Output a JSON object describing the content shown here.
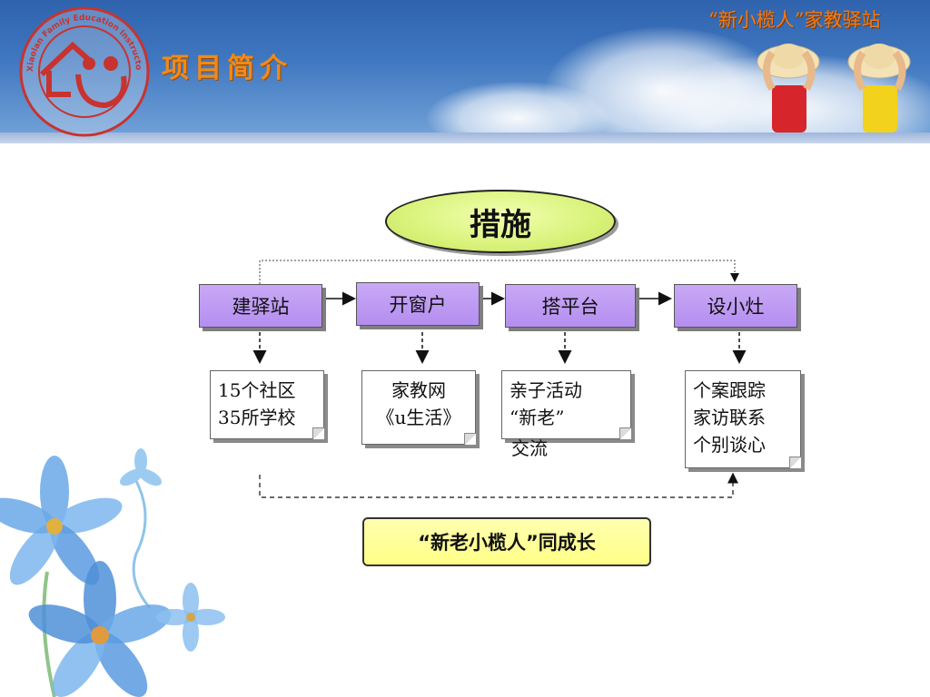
{
  "header": {
    "title": "项目简介",
    "brand": "“新小榄人”家教驿站",
    "logo_text": "Xiaolan Family Education Instructor Station"
  },
  "diagram": {
    "root": "措施",
    "steps": [
      {
        "label": "建驿站",
        "detail": [
          "15个社区",
          "35所学校"
        ]
      },
      {
        "label": "开窗户",
        "detail": [
          "家教网",
          "《u生活》"
        ]
      },
      {
        "label": "搭平台",
        "detail": [
          "亲子活动",
          "“新老”",
          "交流"
        ]
      },
      {
        "label": "设小灶",
        "detail": [
          "个案跟踪",
          "家访联系",
          "个别谈心"
        ]
      }
    ],
    "outcome": "“新老小榄人”同成长"
  },
  "colors": {
    "banner": "#3f77c0",
    "title": "#f08a1a",
    "process_box": "#b48ef0",
    "root_ellipse": "#d9f27a",
    "outcome_box": "#ffff86"
  }
}
